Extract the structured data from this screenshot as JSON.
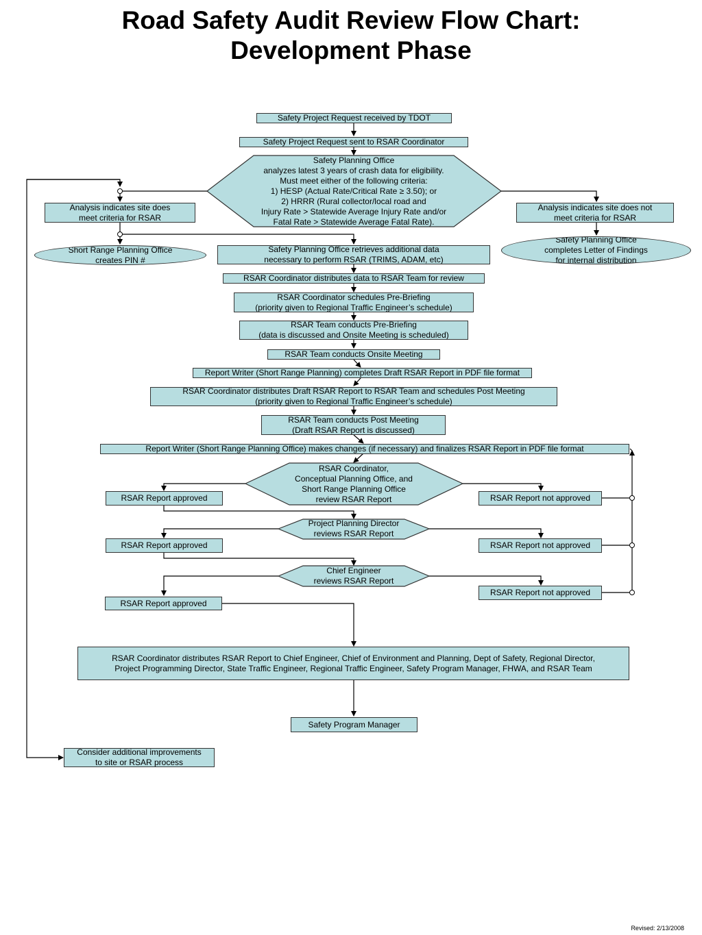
{
  "title": {
    "line1": "Road Safety Audit Review Flow Chart:",
    "line2": "Development Phase"
  },
  "nodes": {
    "request_received": "Safety Project Request received by TDOT",
    "request_sent": "Safety Project Request sent to RSAR Coordinator",
    "spo_decision": [
      "Safety Planning Office",
      "analyzes latest 3 years of crash data for eligibility.",
      "Must meet either of the following criteria:",
      "1) HESP (Actual Rate/Critical Rate ≥ 3.50); or",
      "2) HRRR (Rural collector/local road and",
      "Injury Rate > Statewide Average Injury Rate and/or",
      "Fatal Rate > Statewide Average Fatal Rate)."
    ],
    "meets_criteria": [
      "Analysis indicates site does",
      "meet criteria for RSAR"
    ],
    "not_meets_criteria": [
      "Analysis indicates site does not",
      "meet criteria for RSAR"
    ],
    "letter_of_findings": [
      "Safety Planning Office",
      "completes Letter of Findings",
      "for internal distribution"
    ],
    "create_pin": [
      "Short Range Planning Office",
      "creates PIN #"
    ],
    "retrieve_data": [
      "Safety Planning Office retrieves additional data",
      "necessary to perform RSAR (TRIMS, ADAM, etc)"
    ],
    "distribute_data": "RSAR Coordinator distributes data to RSAR Team for review",
    "schedule_prebriefing": [
      "RSAR Coordinator schedules Pre-Briefing",
      "(priority given to Regional Traffic Engineer’s schedule)"
    ],
    "conduct_prebriefing": [
      "RSAR Team conducts Pre-Briefing",
      "(data is discussed and Onsite Meeting is scheduled)"
    ],
    "onsite_meeting": "RSAR Team conducts Onsite Meeting",
    "draft_report": "Report Writer (Short Range Planning) completes Draft RSAR Report in PDF file format",
    "distribute_draft": [
      "RSAR Coordinator distributes Draft RSAR Report to RSAR Team and schedules Post Meeting",
      "(priority given to Regional Traffic Engineer’s schedule)"
    ],
    "post_meeting": [
      "RSAR Team conducts Post Meeting",
      "(Draft RSAR Report is discussed)"
    ],
    "finalize_report": "Report Writer (Short Range Planning Office) makes changes (if necessary) and finalizes RSAR Report in PDF file format",
    "review1": [
      "RSAR Coordinator,",
      "Conceptual Planning Office, and",
      "Short Range Planning Office",
      "review RSAR Report"
    ],
    "approved1": "RSAR Report approved",
    "not_approved1": "RSAR Report not approved",
    "review2": [
      "Project Planning Director",
      "reviews RSAR Report"
    ],
    "approved2": "RSAR Report approved",
    "not_approved2": "RSAR Report not approved",
    "review3": [
      "Chief Engineer",
      "reviews RSAR Report"
    ],
    "approved3": "RSAR Report approved",
    "not_approved3": "RSAR Report not approved",
    "final_distribution": [
      "RSAR Coordinator distributes RSAR Report to Chief Engineer, Chief of Environment and Planning, Dept of Safety, Regional Director,",
      "Project Programming Director, State Traffic Engineer, Regional Traffic Engineer, Safety Program Manager, FHWA, and RSAR Team"
    ],
    "program_manager": "Safety Program Manager",
    "consider_improvements": [
      "Consider additional improvements",
      "to site or RSAR process"
    ]
  },
  "footer": "Revised: 2/13/2008",
  "colors": {
    "box_fill": "#b7dde0",
    "stroke": "#333333"
  }
}
